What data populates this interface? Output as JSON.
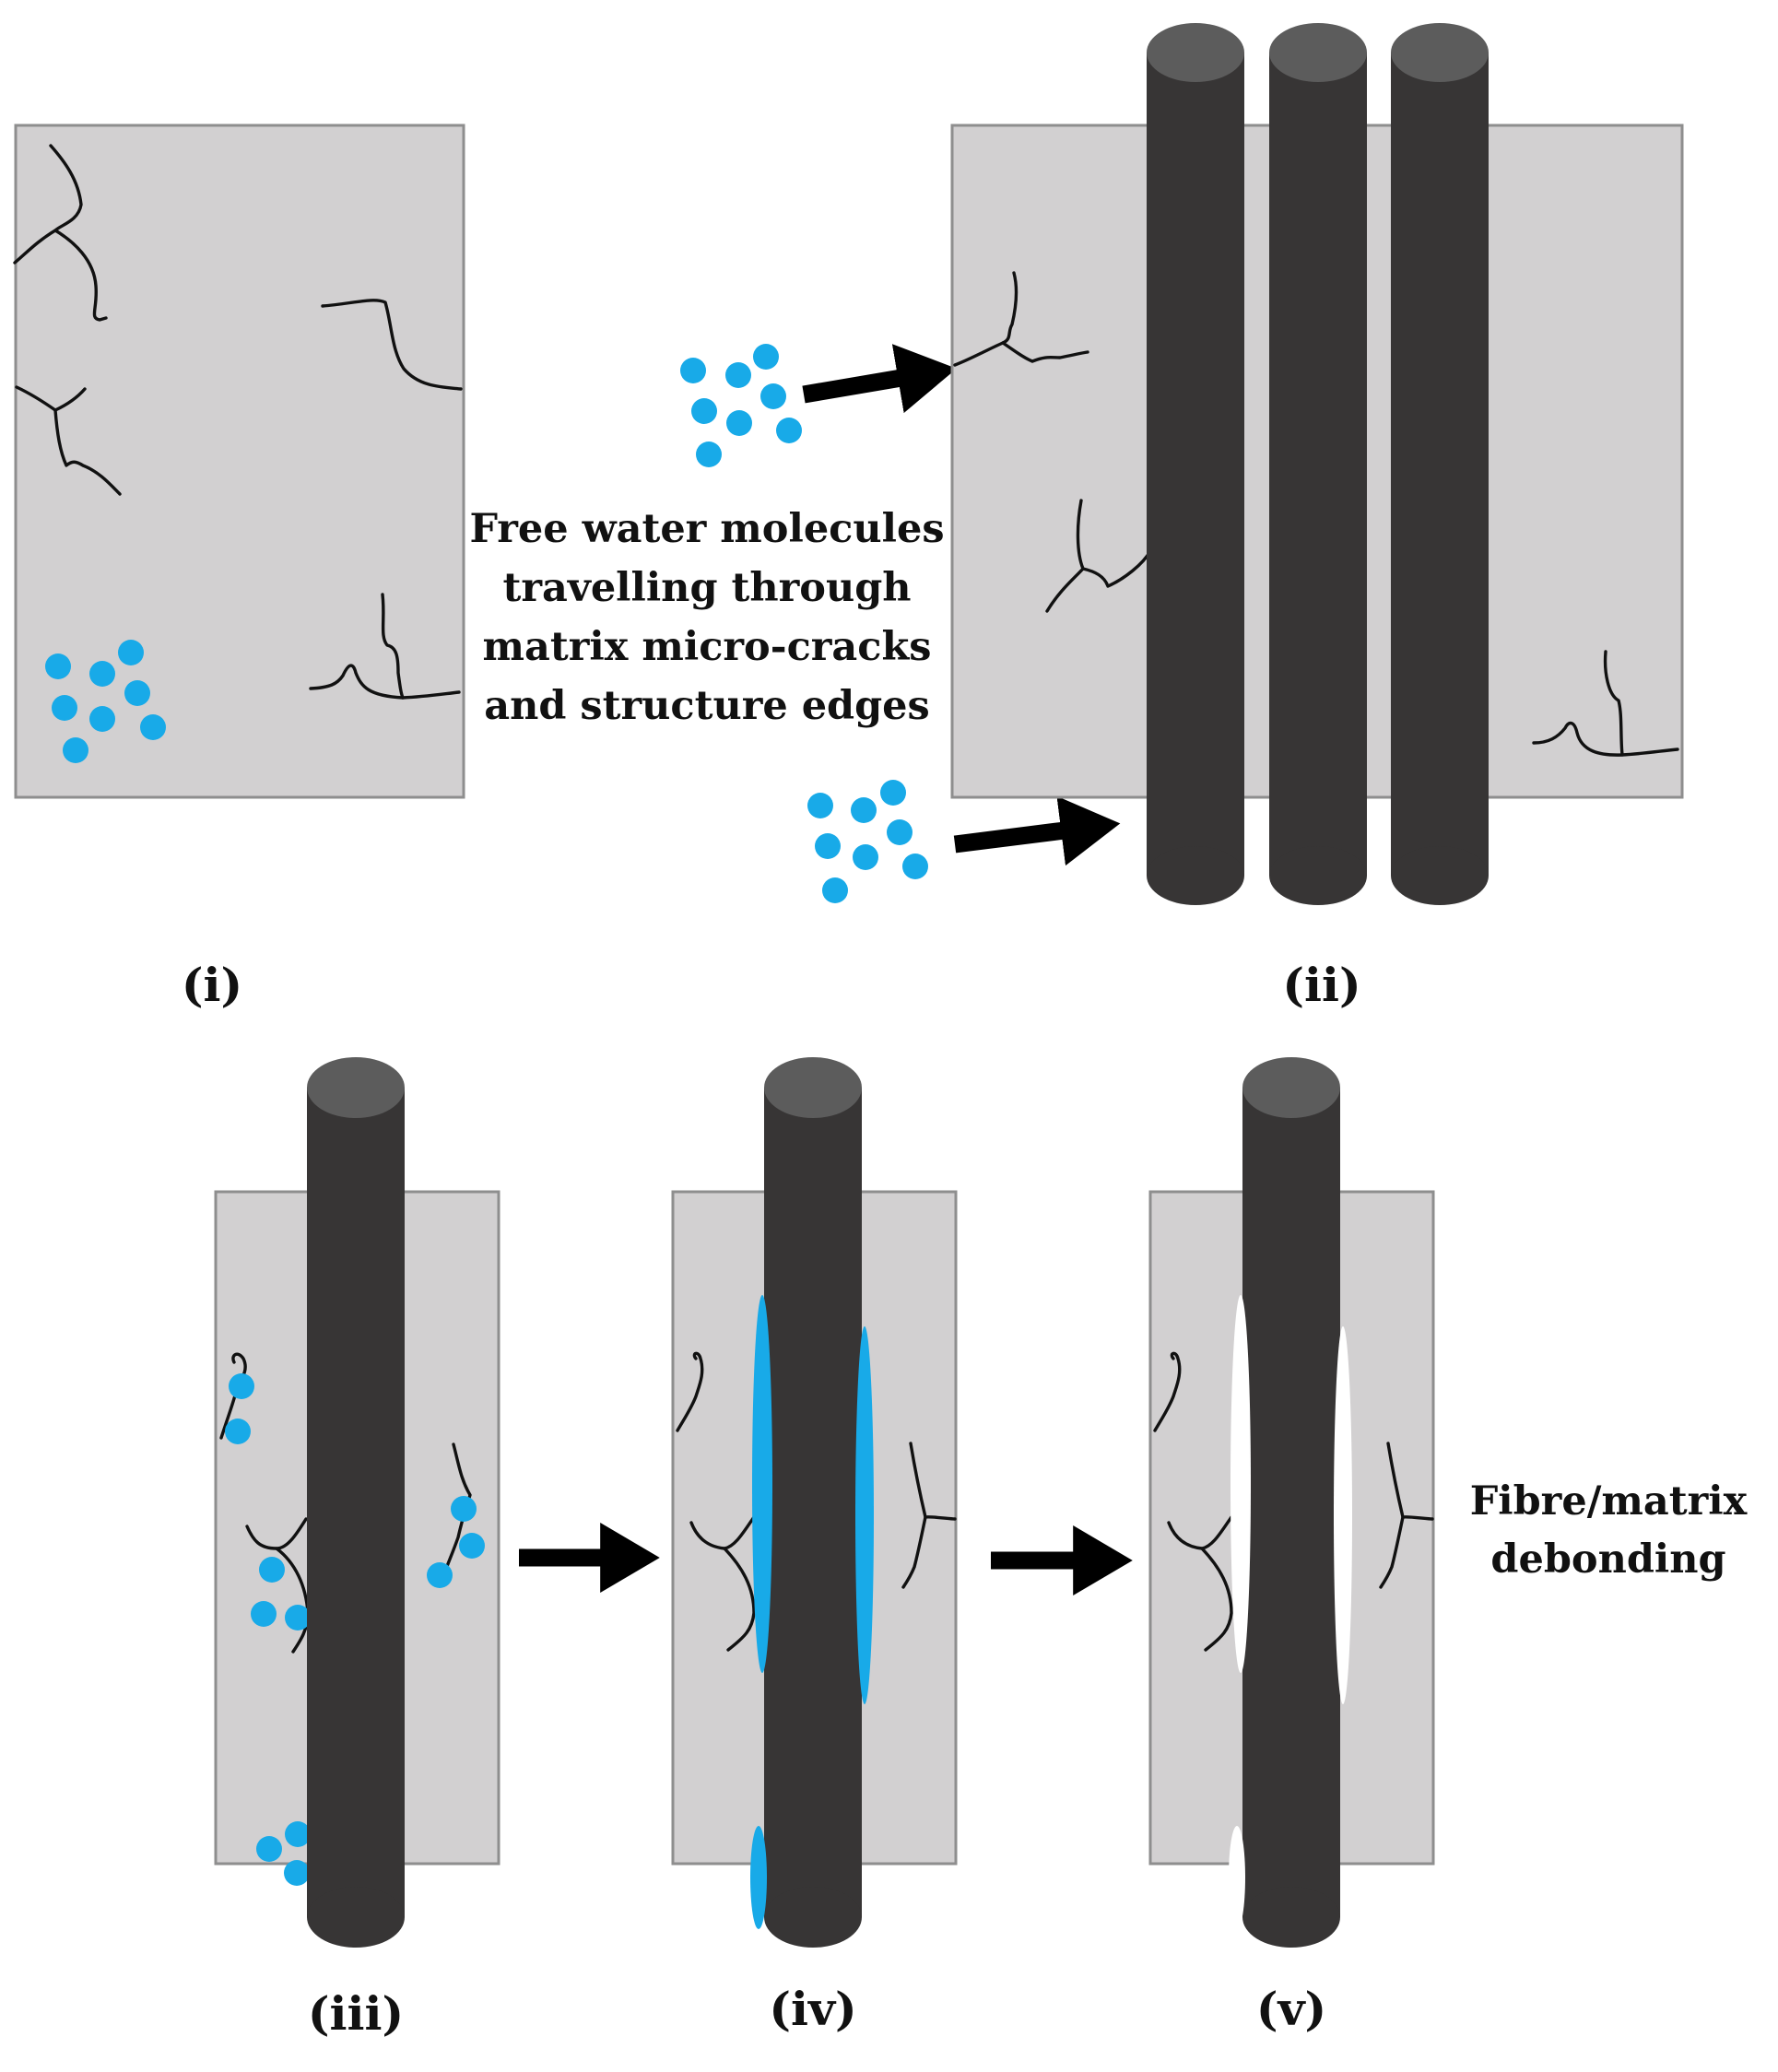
{
  "panels": {
    "i": {
      "label": "(i)"
    },
    "ii": {
      "label": "(ii)"
    },
    "iii": {
      "label": "(iii)"
    },
    "iv": {
      "label": "(iv)"
    },
    "v": {
      "label": "(v)"
    }
  },
  "captions": {
    "water_lines": [
      "Free water molecules",
      "travelling through",
      "matrix micro-cracks",
      "and structure edges"
    ],
    "debond_lines": [
      "Fibre/matrix",
      "debonding"
    ]
  },
  "colors": {
    "matrix": "#d2d0d1",
    "matrix_border": "#8e8e8e",
    "fibre": "#373535",
    "fibre_top": "#5c5c5c",
    "water": "#18aae8",
    "crack": "#111111",
    "arrow": "#000000"
  },
  "icons": {
    "water_molecule": "water-molecule-icon",
    "arrow": "arrow-right-icon"
  }
}
